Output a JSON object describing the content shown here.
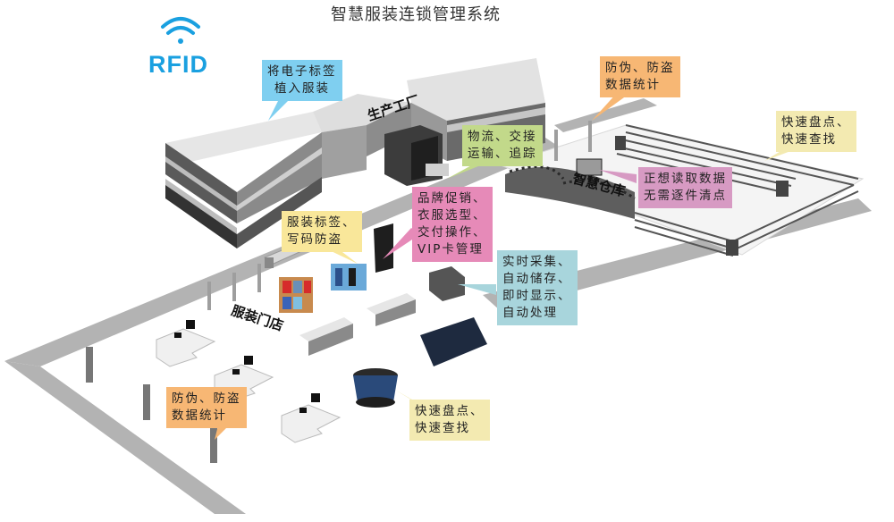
{
  "title": "智慧服装连锁管理系统",
  "logo": {
    "text": "RFID",
    "icon": "wifi-icon",
    "color": "#1aa0e0"
  },
  "scene_labels": {
    "factory": "生产工厂",
    "warehouse": "智慧仓库",
    "store": "服装门店"
  },
  "callouts": {
    "tag_embed": {
      "lines": [
        "将电子标签",
        "植入服装"
      ],
      "color": "#7fcff0"
    },
    "anti_fake_top": {
      "lines": [
        "防伪、防盗",
        "数据统计"
      ],
      "color": "#f7b774"
    },
    "logistics": {
      "lines": [
        "物流、交接",
        "运输、追踪"
      ],
      "color": "#c2d98a"
    },
    "fast_inventory_top": {
      "lines": [
        "快速盘点、",
        "快速查找"
      ],
      "color": "#f3eab1"
    },
    "batch_read": {
      "lines": [
        "正想读取数据",
        "无需逐件清点"
      ],
      "color": "#d79ac3"
    },
    "pos": {
      "lines": [
        "品牌促销、",
        "衣服选型、",
        "交付操作、",
        "VIP卡管理"
      ],
      "color": "#e68ab8"
    },
    "label_write": {
      "lines": [
        "服装标签、",
        "写码防盗"
      ],
      "color": "#f9e79a"
    },
    "realtime": {
      "lines": [
        "实时采集、",
        "自动储存、",
        "即时显示、",
        "自动处理"
      ],
      "color": "#a8d5dc"
    },
    "anti_fake_bottom": {
      "lines": [
        "防伪、防盗",
        "数据统计"
      ],
      "color": "#f7b774"
    },
    "fast_inventory_bottom": {
      "lines": [
        "快速盘点、",
        "快速查找"
      ],
      "color": "#f3eab1"
    }
  }
}
